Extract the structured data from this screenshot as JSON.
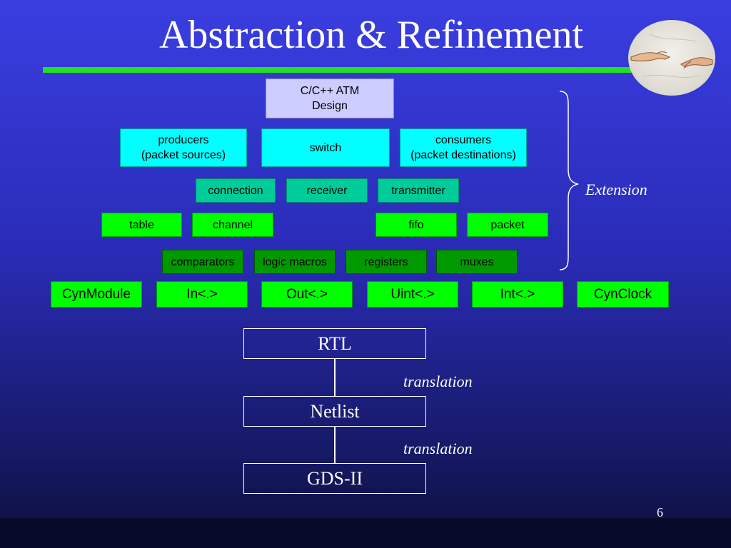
{
  "title": "Abstraction & Refinement",
  "levels": {
    "top": "C/C++  ATM\nDesign",
    "system": [
      "producers\n(packet sources)",
      "switch",
      "consumers\n(packet destinations)"
    ],
    "modules": [
      "connection",
      "receiver",
      "transmitter"
    ],
    "components": [
      "table",
      "channel",
      "fifo",
      "packet"
    ],
    "primitives": [
      "comparators",
      "logic macros",
      "registers",
      "muxes"
    ],
    "library": [
      "CynModule",
      "In<.>",
      "Out<.>",
      "Uint<.>",
      "Int<.>",
      "CynClock"
    ]
  },
  "extension_label": "Extension",
  "flow": {
    "steps": [
      "RTL",
      "Netlist",
      "GDS-II"
    ],
    "transition_label": "translation"
  },
  "page_number": "6",
  "colors": {
    "accent_rule": "#22e022",
    "top_box": "#ccccff",
    "system_box": "#00ffff",
    "module_box": "#00cc99",
    "component_box": "#00ff00",
    "primitive_box": "#009900",
    "library_box": "#00ff00"
  },
  "icons": {
    "logo": "creation-of-adam-hands-icon"
  }
}
